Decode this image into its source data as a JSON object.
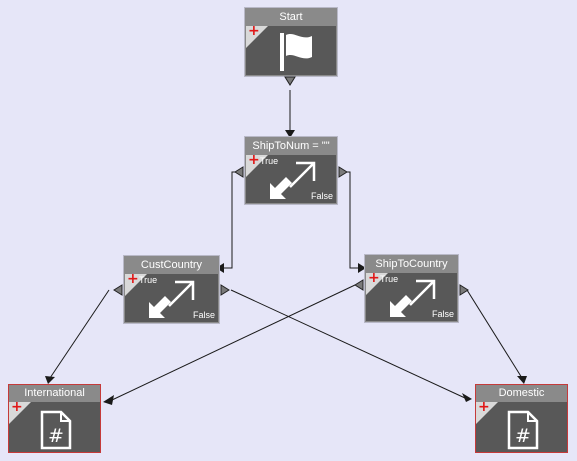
{
  "workflow": {
    "nodes": {
      "start": {
        "title": "Start",
        "icon": "flag-icon"
      },
      "shiptonum": {
        "title": "ShipToNum = \"\"",
        "icon": "decision-arrows-icon",
        "true_label": "True",
        "false_label": "False"
      },
      "custcountry": {
        "title": "CustCountry",
        "icon": "decision-arrows-icon",
        "true_label": "True",
        "false_label": "False"
      },
      "shiptocountry": {
        "title": "ShipToCountry",
        "icon": "decision-arrows-icon",
        "true_label": "True",
        "false_label": "False"
      },
      "international": {
        "title": "International",
        "icon": "hash-document-icon"
      },
      "domestic": {
        "title": "Domestic",
        "icon": "hash-document-icon"
      }
    },
    "colors": {
      "background": "#e6e6f8",
      "node_body": "#585858",
      "node_header": "#8a8a8a",
      "terminal_border": "#c53a3a",
      "plus": "#e01818"
    }
  }
}
